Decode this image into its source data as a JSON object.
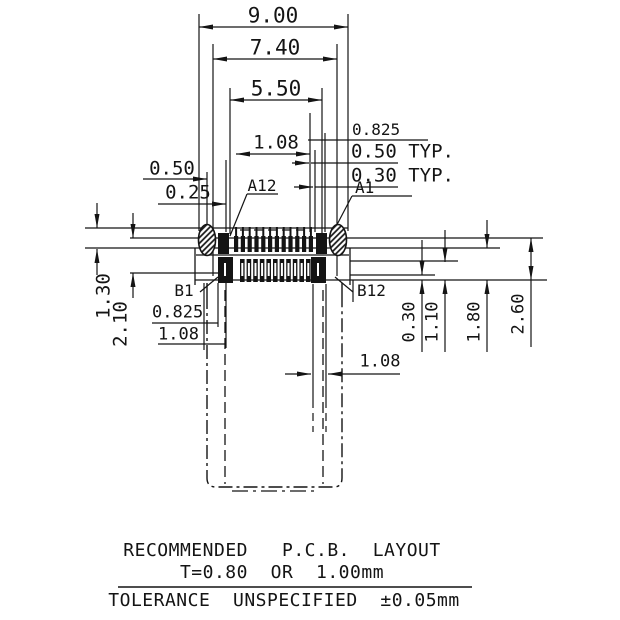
{
  "drawing": {
    "kind": "USB Type-C connector recommended PCB footprint drawing",
    "colors": {
      "line": "#141414",
      "background": "#ffffff"
    }
  },
  "dims": {
    "overall_width": "9.00",
    "shell_width": "7.40",
    "pad_span": "5.50",
    "pitch_top": "1.08",
    "offset_top_right": "0.825",
    "pitch_typ": "0.50",
    "pad_width_typ": "0.30",
    "typ_suffix": "TYP.",
    "left_gap": "0.50",
    "left_small_gap": "0.25",
    "left_height_1": "1.30",
    "left_height_2": "2.10",
    "b_row_offset": "0.825",
    "b_row_pitch": "1.08",
    "bottom_pitch": "1.08",
    "right_height_1": "0.30",
    "right_height_2": "1.10",
    "right_height_3": "1.80",
    "right_height_4": "2.60"
  },
  "pins": {
    "a_left": "A12",
    "a_right": "A1",
    "b_left": "B1",
    "b_right": "B12"
  },
  "notes": {
    "line1": "RECOMMENDED   P.C.B.  LAYOUT",
    "line2": "T=0.80  OR  1.00mm",
    "tolerance": "TOLERANCE  UNSPECIFIED  ±0.05mm"
  }
}
